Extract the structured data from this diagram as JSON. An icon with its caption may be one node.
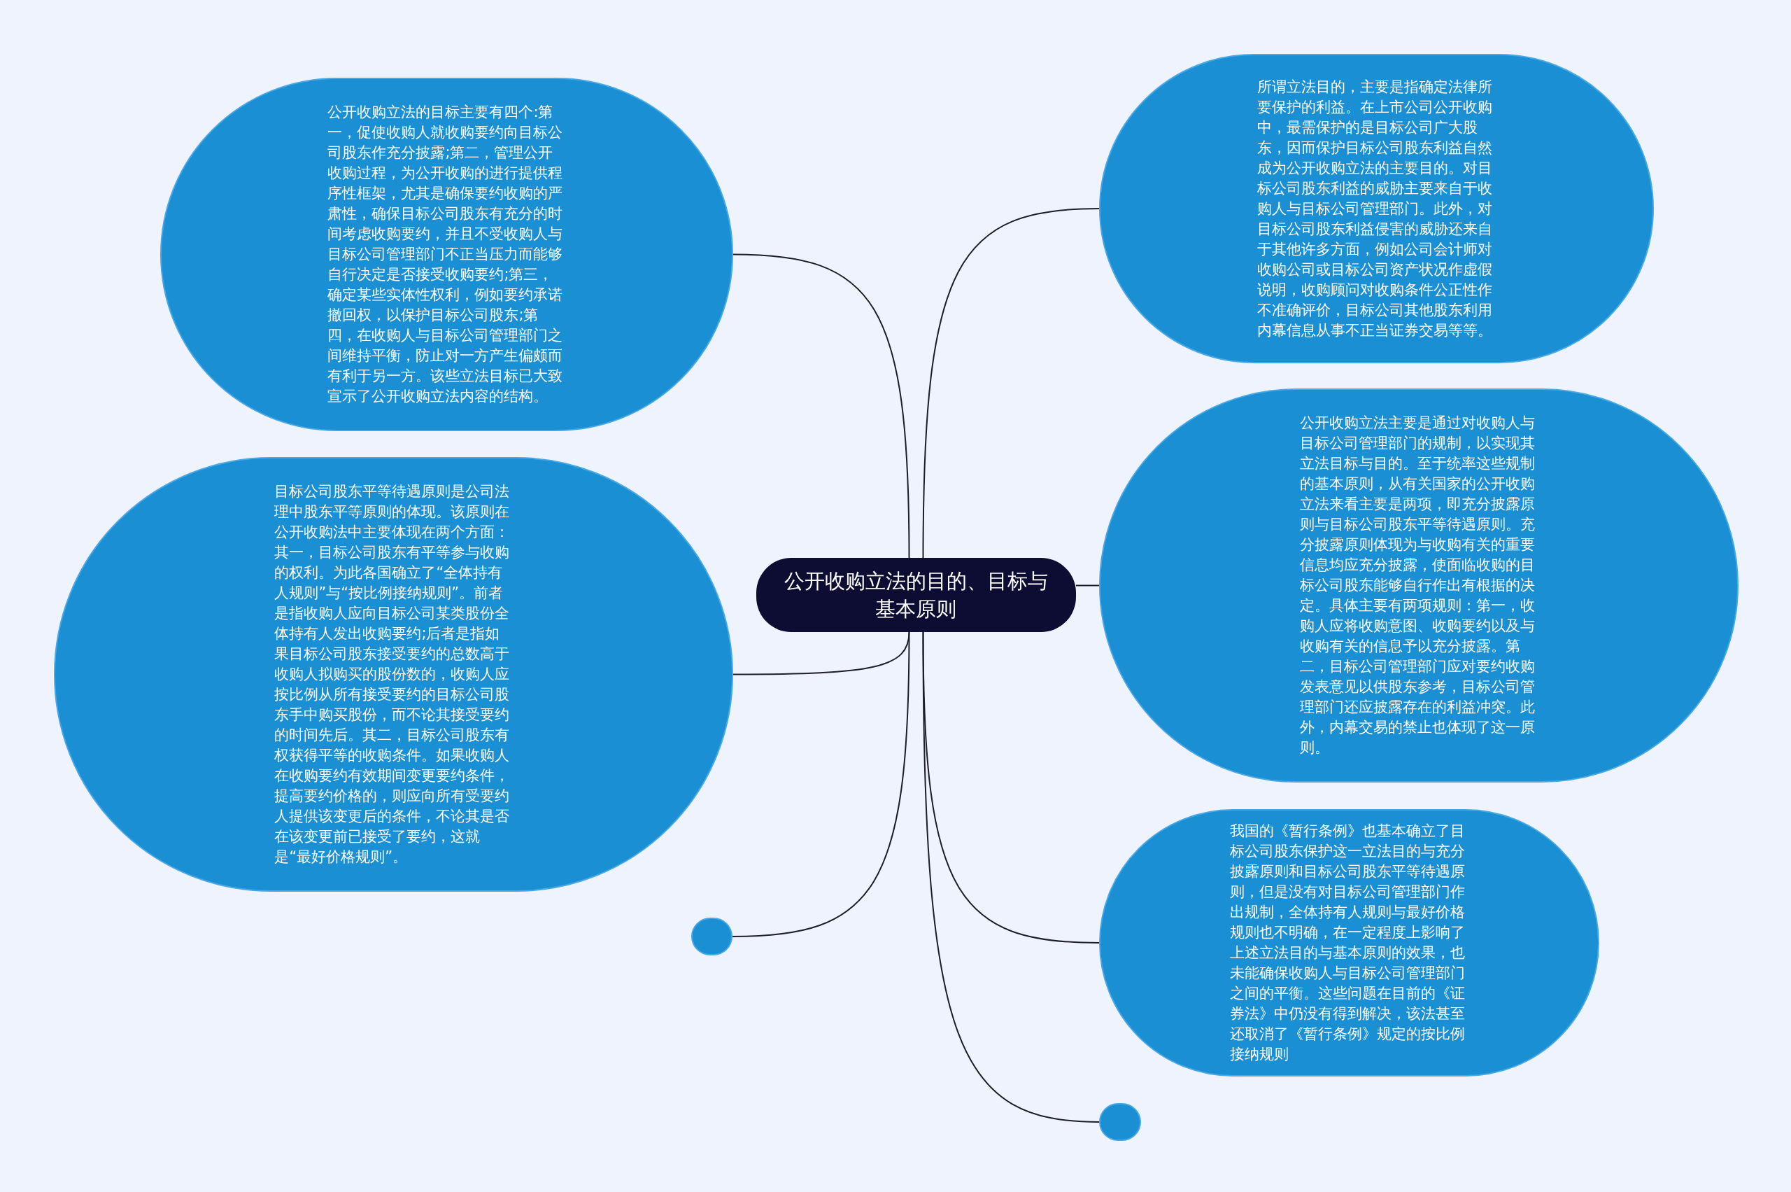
{
  "diagram": {
    "nodes": [
      {
        "text": [
          "公开收购立法的目的、目标与基本原则"
        ]
      },
      {
        "text": [
          "公开收购立法的目标主要有四个:第一，促使收购人就收购要约向目标公司股东作充分披露;第二，管理公开收购过程，为公开收购的进行提供程序性框架，尤其是确保要约收购的严肃性，确保目标公司股东有充分的时间考虑收购要约，并且不受收购人与目标公司管理部门不正当压力而能够自行决定是否接受收购要约;第三，确定某些实体性权利，例如要约承诺撤回权，以保护目标公司股东;第四，在收购人与目标公司管理部门之间维持平衡，防止对一方产生偏颇而有利于另一方。该些立法目标已大致宣示了公开收购立法内容的结构。"
        ]
      },
      {
        "text": [
          "所谓立法目的，主要是指确定法律所要保护的利益。在上市公司公开收购中，最需保护的是目标公司广大股东，因而保护目标公司股东利益自然成为公开收购立法的主要目的。对目标公司股东利益的威胁主要来自于收购人与目标公司管理部门。此外，对目标公司股东利益侵害的威胁还来自于其他许多方面，例如公司会计师对收购公司或目标公司资产状况作虚假说明，收购顾问对收购条件公正性作不准确评价，目标公司其他股东利用内幕信息从事不正当证券交易等等。"
        ]
      },
      {
        "text": [
          "公开收购立法主要是通过对收购人与目标公司管理部门的规制，以实现其立法目标与目的。至于统率这些规制的基本原则，从有关国家的公开收购立法来看主要是两项，即充分披露原则与目标公司股东平等待遇原则。充分披露原则体现为与收购有关的重要信息均应充分披露，使面临收购的目标公司股东能够自行作出有根据的决定。具体主要有两项规则：第一，收购人应将收购意图、收购要约以及与收购有关的信息予以充分披露。第二，目标公司管理部门应对要约收购发表意见以供股东参考，目标公司管理部门还应披露存在的利益冲突。此外，内幕交易的禁止也体现了这一原则。"
        ]
      },
      {
        "text": [
          "目标公司股东平等待遇原则是公司法理中股东平等原则的体现。该原则在公开收购法中主要体现在两个方面：其一，目标公司股东有平等参与收购的权利。为此各国确立了“全体持有人规则”与“按比例接纳规则”。前者是指收购人应向目标公司某类股份全体持有人发出收购要约;后者是指如果目标公司股东接受要约的总数高于收购人拟购买的股份数的，收购人应按比例从所有接受要约的目标公司股东手中购买股份，而不论其接受要约的时间先后。其二，目标公司股东有权获得平等的收购条件。如果收购人在收购要约有效期间变更要约条件，提高要约价格的，则应向所有受要约人提供该变更后的条件，不论其是否在该变更前已接受了要约，这就是“最好价格规则”。"
        ]
      },
      {
        "text": [
          "我国的《暂行条例》也基本确立了目标公司股东保护这一立法目的与充分披露原则和目标公司股东平等待遇原则，但是没有对目标公司管理部门作出规制，全体持有人规则与最好价格规则也不明确，在一定程度上影响了上述立法目的与基本原则的效果，也未能确保收购人与目标公司管理部门之间的平衡。这些问题在目前的《证券法》中仍没有得到解决，该法甚至还取消了《暂行条例》规定的按比例接纳规则"
        ]
      },
      {
        "text": [],
        "shape": "circle"
      },
      {
        "text": [],
        "shape": "circle"
      }
    ],
    "edges": [
      {
        "from": 0,
        "to": 1,
        "arrow": "none"
      },
      {
        "from": 0,
        "to": 2,
        "arrow": "none"
      },
      {
        "from": 0,
        "to": 3,
        "arrow": "none"
      },
      {
        "from": 0,
        "to": 4,
        "arrow": "none"
      },
      {
        "from": 0,
        "to": 5,
        "arrow": "none"
      },
      {
        "from": 0,
        "to": 6,
        "arrow": "none"
      },
      {
        "from": 0,
        "to": 7,
        "arrow": "none"
      }
    ]
  }
}
